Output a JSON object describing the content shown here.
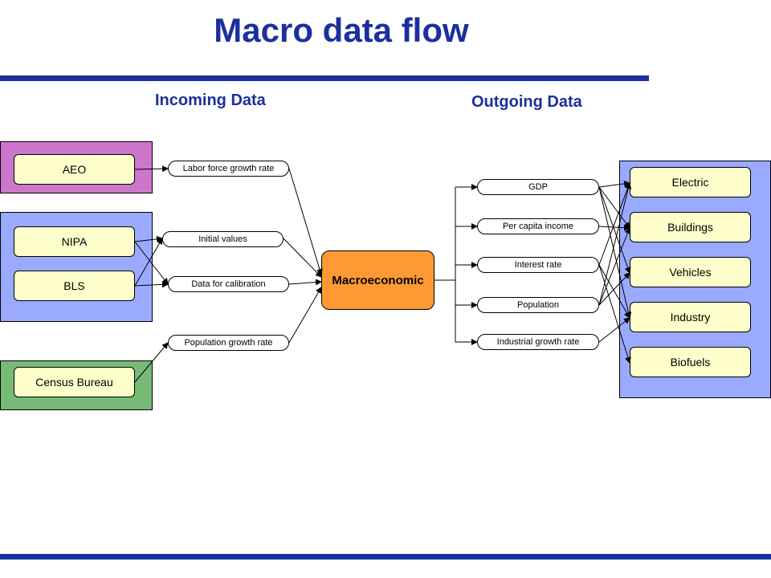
{
  "title": "Macro data flow",
  "headings": {
    "incoming": "Incoming Data",
    "outgoing": "Outgoing Data"
  },
  "colors": {
    "accent": "#1c2f9f",
    "aeo_group": "#cc77cc",
    "nipa_bls_group": "#99aaff",
    "census_group": "#77bb77",
    "sectors_group": "#99aaff",
    "source_box": "#ffffcc",
    "central_model": "#ff9933"
  },
  "sources": {
    "aeo": "AEO",
    "nipa": "NIPA",
    "bls": "BLS",
    "census": "Census Bureau"
  },
  "inputs": {
    "labor": "Labor force growth rate",
    "initial": "Initial  values",
    "calibration": "Data  for calibration",
    "population_growth": "Population growth rate"
  },
  "model": "Macroeconomic",
  "outputs": {
    "gdp": "GDP",
    "per_capita": "Per capita income",
    "interest": "Interest  rate",
    "population": "Population",
    "industrial": "Industrial growth rate"
  },
  "sectors": {
    "electric": "Electric",
    "buildings": "Buildings",
    "vehicles": "Vehicles",
    "industry": "Industry",
    "biofuels": "Biofuels"
  }
}
